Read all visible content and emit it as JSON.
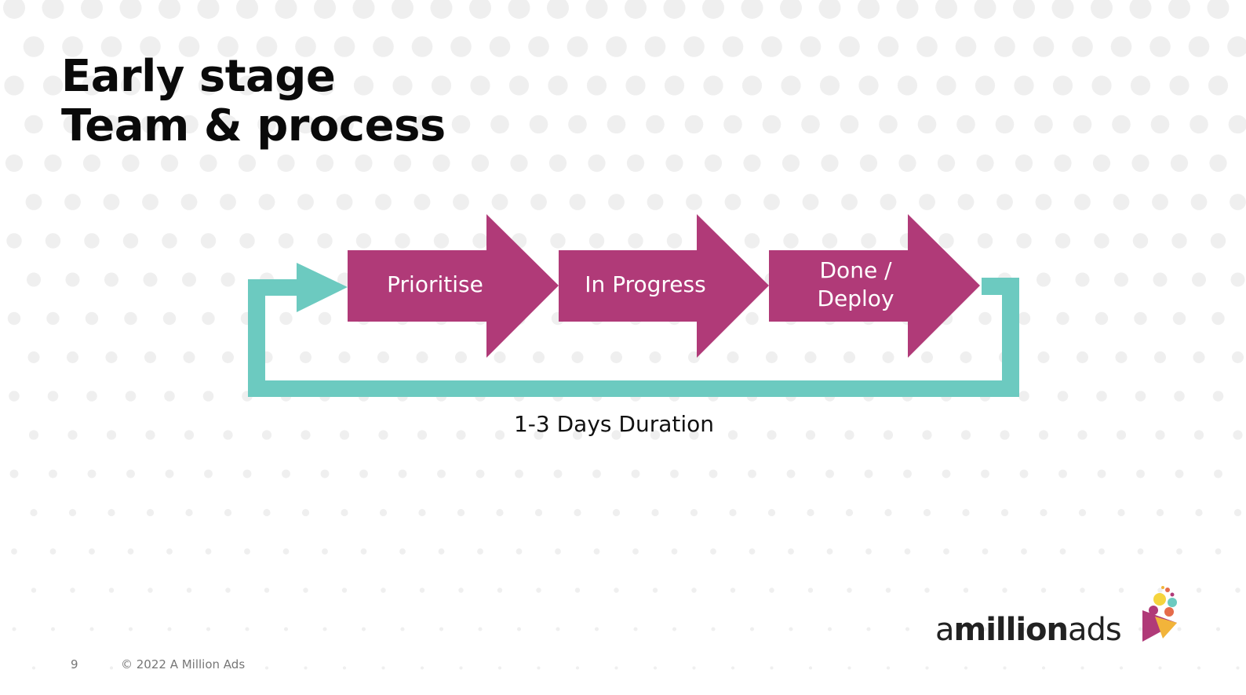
{
  "slide": {
    "title_line1": "Early stage",
    "title_line2": "Team & process",
    "caption": "1-3 Days Duration",
    "page_number": "9",
    "copyright": "© 2022 A Million Ads"
  },
  "steps": [
    {
      "label_line1": "Prioritise",
      "label_line2": ""
    },
    {
      "label_line1": "In Progress",
      "label_line2": ""
    },
    {
      "label_line1": "Done /",
      "label_line2": "Deploy"
    }
  ],
  "logo": {
    "text_a": "a",
    "text_million": "million",
    "text_ads": "ads"
  },
  "colors": {
    "arrow": "#b03a78",
    "loop": "#6ccac0",
    "dots": "#efefef",
    "title": "#0a0a0a"
  }
}
